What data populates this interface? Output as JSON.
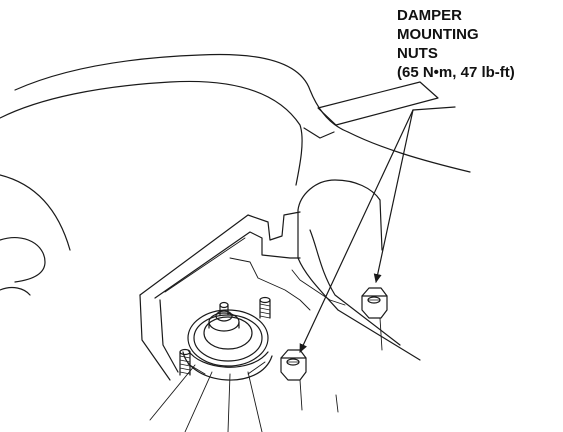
{
  "callout": {
    "line1": "DAMPER",
    "line2": "MOUNTING",
    "line3": "NUTS",
    "line4": "(65 N•m, 47 lb-ft)"
  }
}
